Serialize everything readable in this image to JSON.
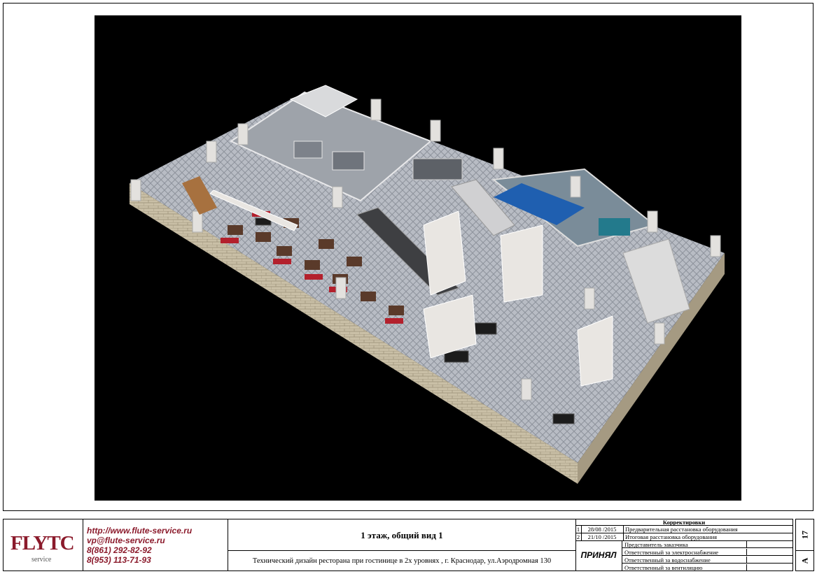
{
  "logo": {
    "text": "FLYTC",
    "sub": "service",
    "color": "#8b1a2b"
  },
  "contacts": {
    "site": "http://www.flute-service.ru",
    "email": "vp@flute-service.ru",
    "phone1": "8(861) 292-82-92",
    "phone2": "8(953) 113-71-93"
  },
  "sheet": {
    "title": "1 этаж, общий вид 1",
    "subtitle": "Технический дизайн  ресторана при гостинице в 2х уровнях , г. Краснодар, ул.Аэродромная 130",
    "number": "17",
    "format": "A"
  },
  "corrections": {
    "header": "Корректировки",
    "rows": [
      {
        "n": "1",
        "date": "28/08 /2015",
        "text": "Предварительная расстановка оборудования"
      },
      {
        "n": "2",
        "date": "21/10 /2015",
        "text": "Итоговая расстановка оборудования"
      }
    ]
  },
  "approval": {
    "label": "ПРИНЯЛ",
    "rows": [
      "Представитель заказчика",
      "Ответственный за электроснабжение",
      "Ответственный за водоснабжение",
      "Ответственный за вентиляцию"
    ]
  }
}
